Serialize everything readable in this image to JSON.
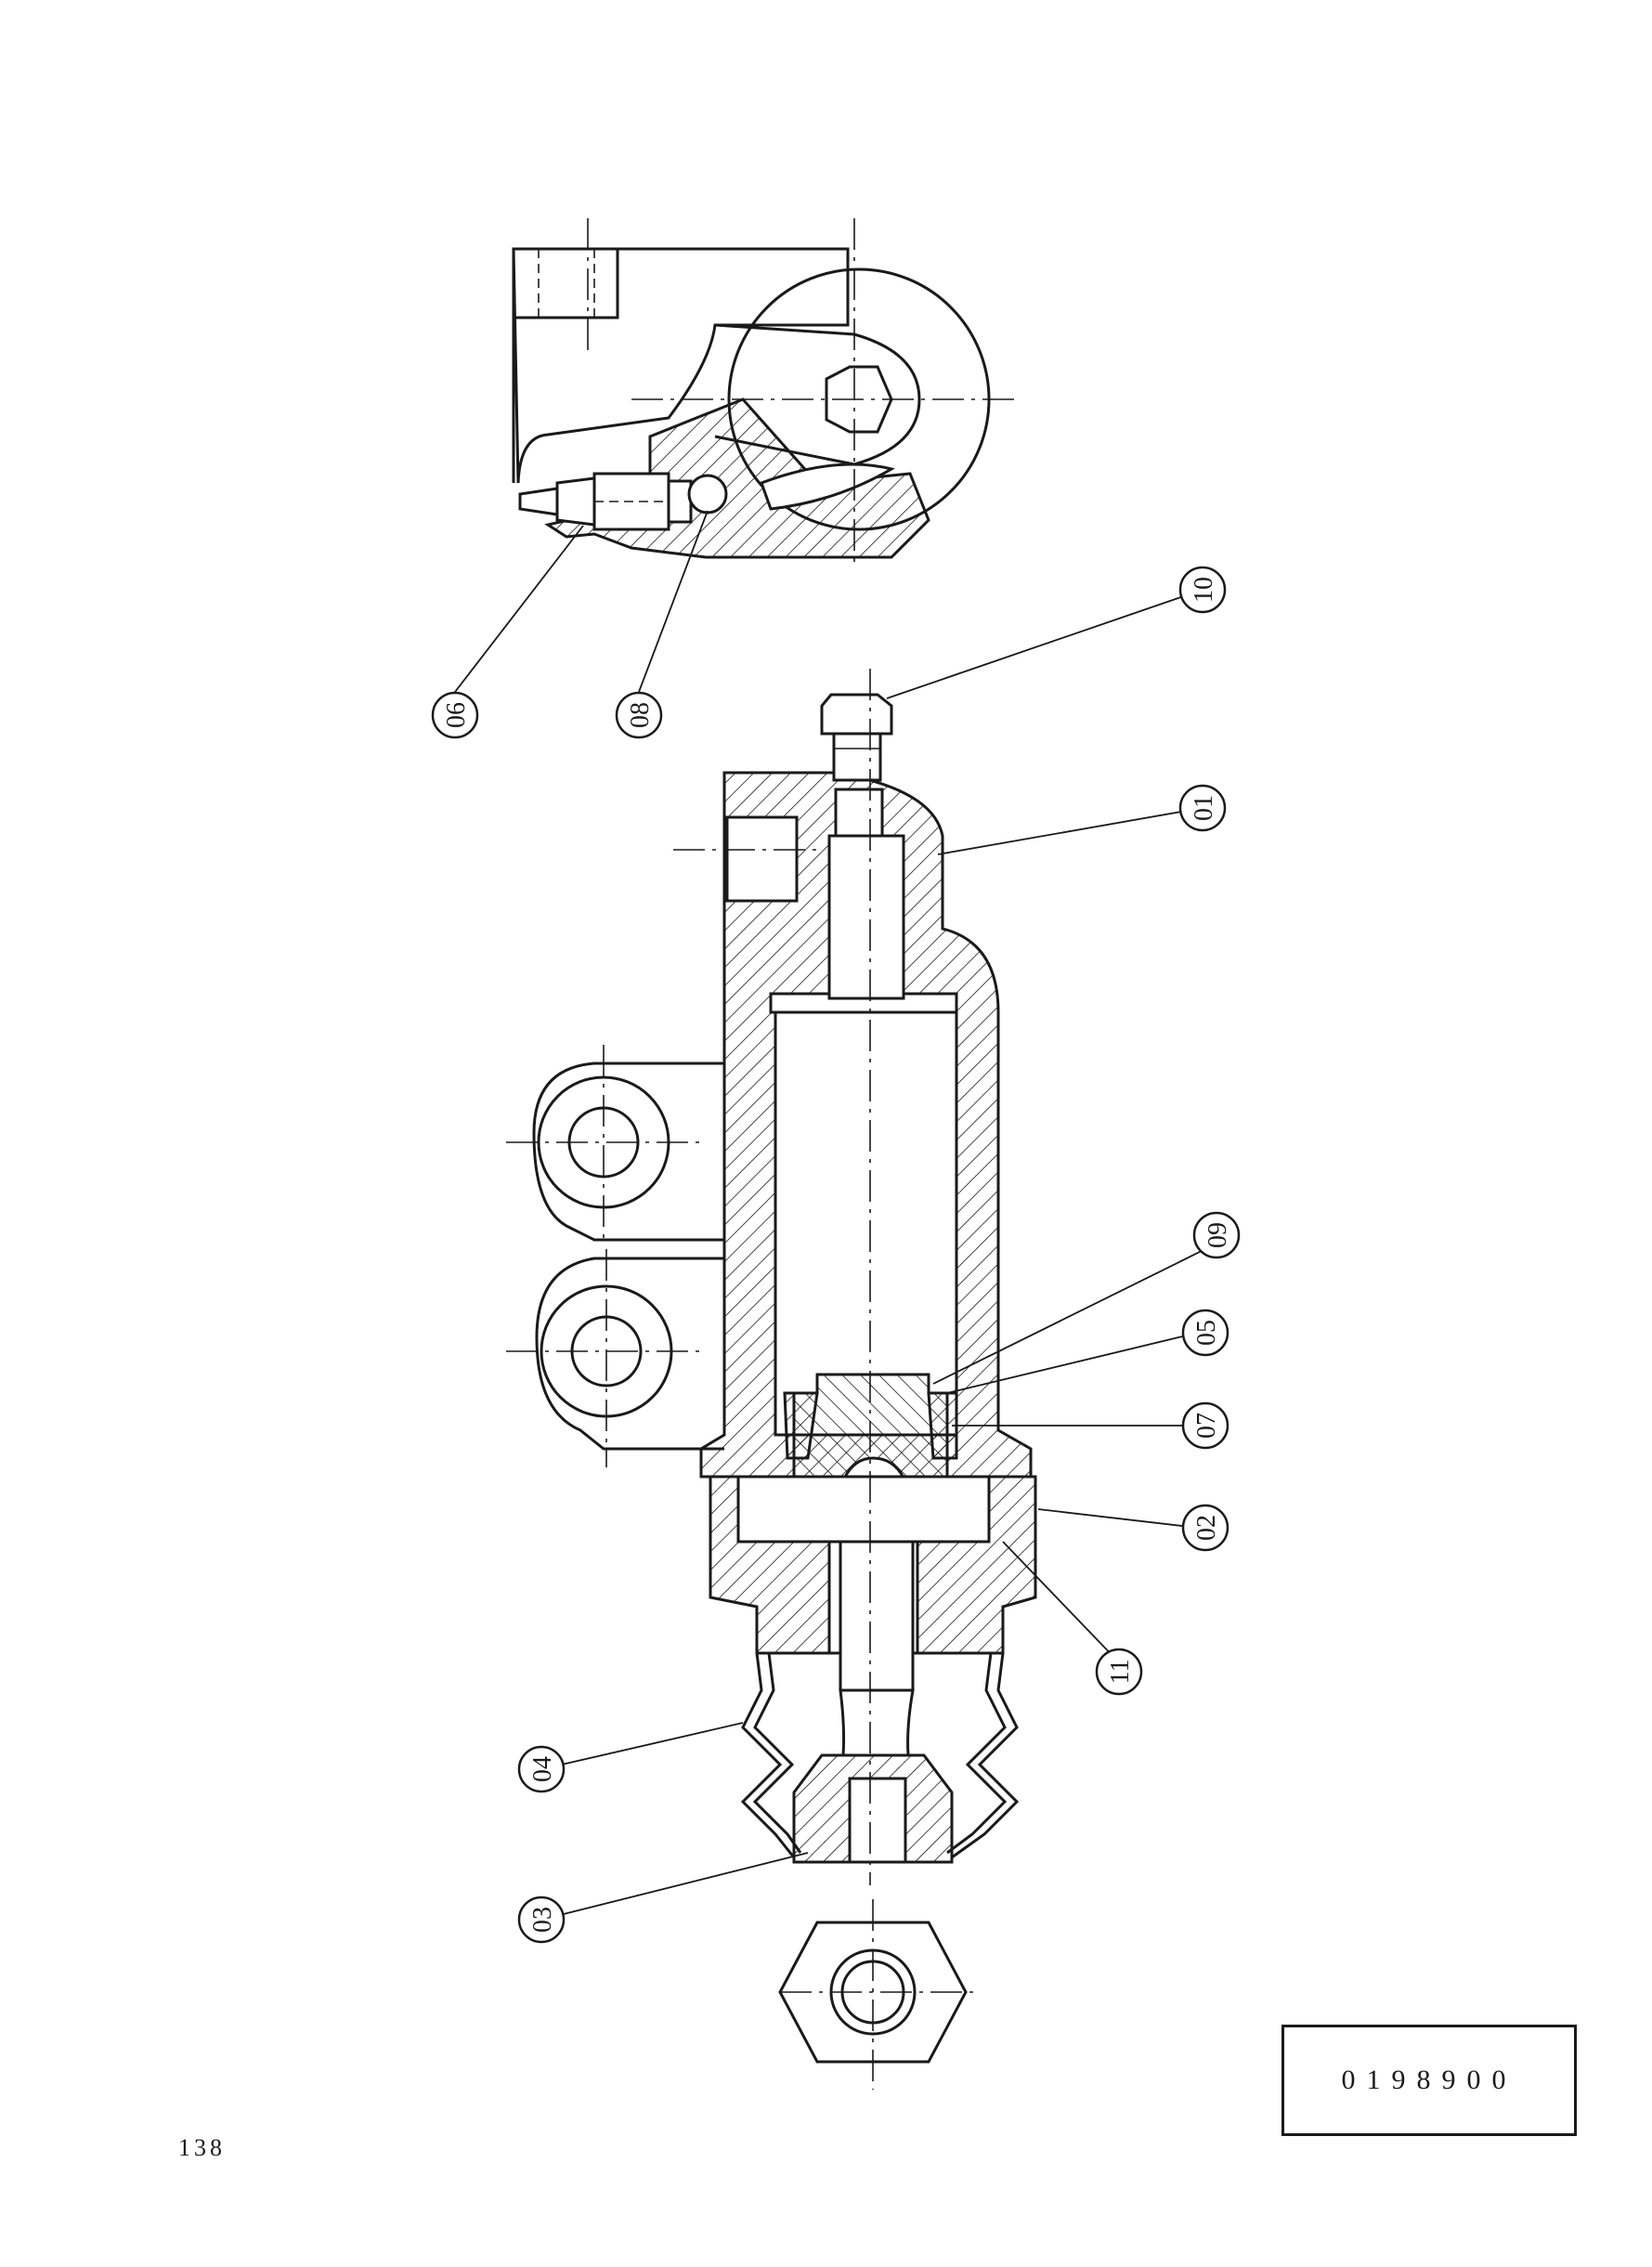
{
  "drawing": {
    "part_number": "0198900",
    "page_number": "138",
    "callouts": [
      "01",
      "02",
      "03",
      "04",
      "05",
      "06",
      "07",
      "08",
      "09",
      "10",
      "11"
    ]
  }
}
